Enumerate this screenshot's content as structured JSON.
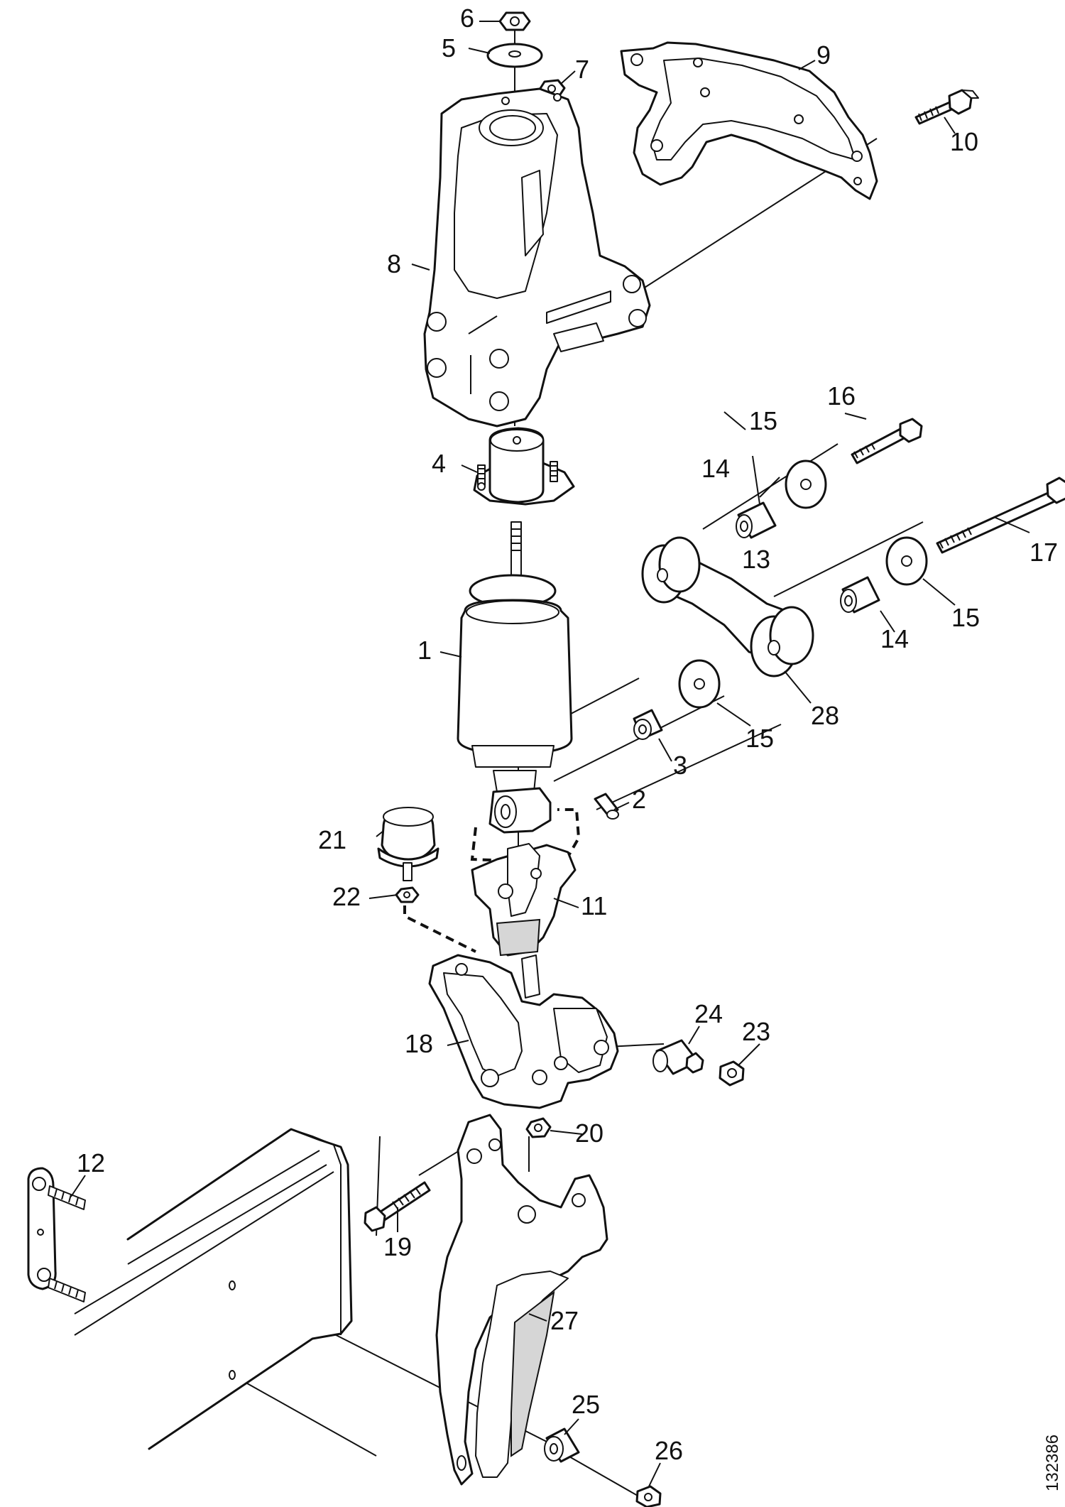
{
  "figure_reference": "132386",
  "callouts": [
    {
      "id": "1",
      "label": "1"
    },
    {
      "id": "2",
      "label": "2"
    },
    {
      "id": "3",
      "label": "3"
    },
    {
      "id": "4",
      "label": "4"
    },
    {
      "id": "5",
      "label": "5"
    },
    {
      "id": "6",
      "label": "6"
    },
    {
      "id": "7",
      "label": "7"
    },
    {
      "id": "8",
      "label": "8"
    },
    {
      "id": "9",
      "label": "9"
    },
    {
      "id": "10",
      "label": "10"
    },
    {
      "id": "11",
      "label": "11"
    },
    {
      "id": "12",
      "label": "12"
    },
    {
      "id": "13",
      "label": "13"
    },
    {
      "id": "14a",
      "label": "14"
    },
    {
      "id": "14b",
      "label": "14"
    },
    {
      "id": "15a",
      "label": "15"
    },
    {
      "id": "15b",
      "label": "15"
    },
    {
      "id": "15c",
      "label": "15"
    },
    {
      "id": "16",
      "label": "16"
    },
    {
      "id": "17",
      "label": "17"
    },
    {
      "id": "18",
      "label": "18"
    },
    {
      "id": "19",
      "label": "19"
    },
    {
      "id": "20",
      "label": "20"
    },
    {
      "id": "21",
      "label": "21"
    },
    {
      "id": "22",
      "label": "22"
    },
    {
      "id": "23",
      "label": "23"
    },
    {
      "id": "24",
      "label": "24"
    },
    {
      "id": "25",
      "label": "25"
    },
    {
      "id": "26",
      "label": "26"
    },
    {
      "id": "27",
      "label": "27"
    },
    {
      "id": "28",
      "label": "28"
    }
  ]
}
